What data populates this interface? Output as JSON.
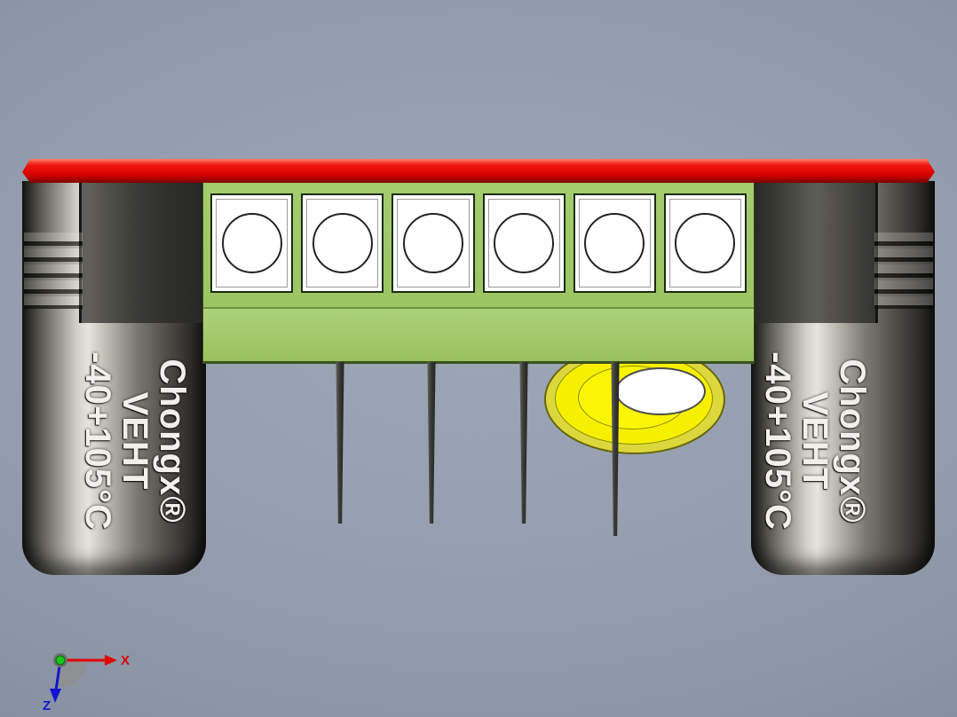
{
  "viewport": {
    "type": "3d-cad-part-render",
    "background_top": "#9ca6b6",
    "background_bottom": "#757f91"
  },
  "model": {
    "pcb_strip": {
      "color": "#e01010"
    },
    "terminal_block": {
      "color": "#a3cc6e",
      "cell_count": 6
    },
    "capacitor_left": {
      "label_lines": [
        "Chongx®",
        "VEHT",
        "-40+105°C"
      ]
    },
    "capacitor_right": {
      "label_lines": [
        "Chongx®",
        "VEHT",
        "-40+105°C"
      ]
    },
    "inductor": {
      "color": "#f6f000"
    },
    "pins": {
      "count": 4,
      "color": "#3a3a36"
    }
  },
  "axis_triad": {
    "x_label": "X",
    "z_label": "Z",
    "x_color": "#e00000",
    "z_color": "#1414d2",
    "origin_color": "#17c817"
  }
}
